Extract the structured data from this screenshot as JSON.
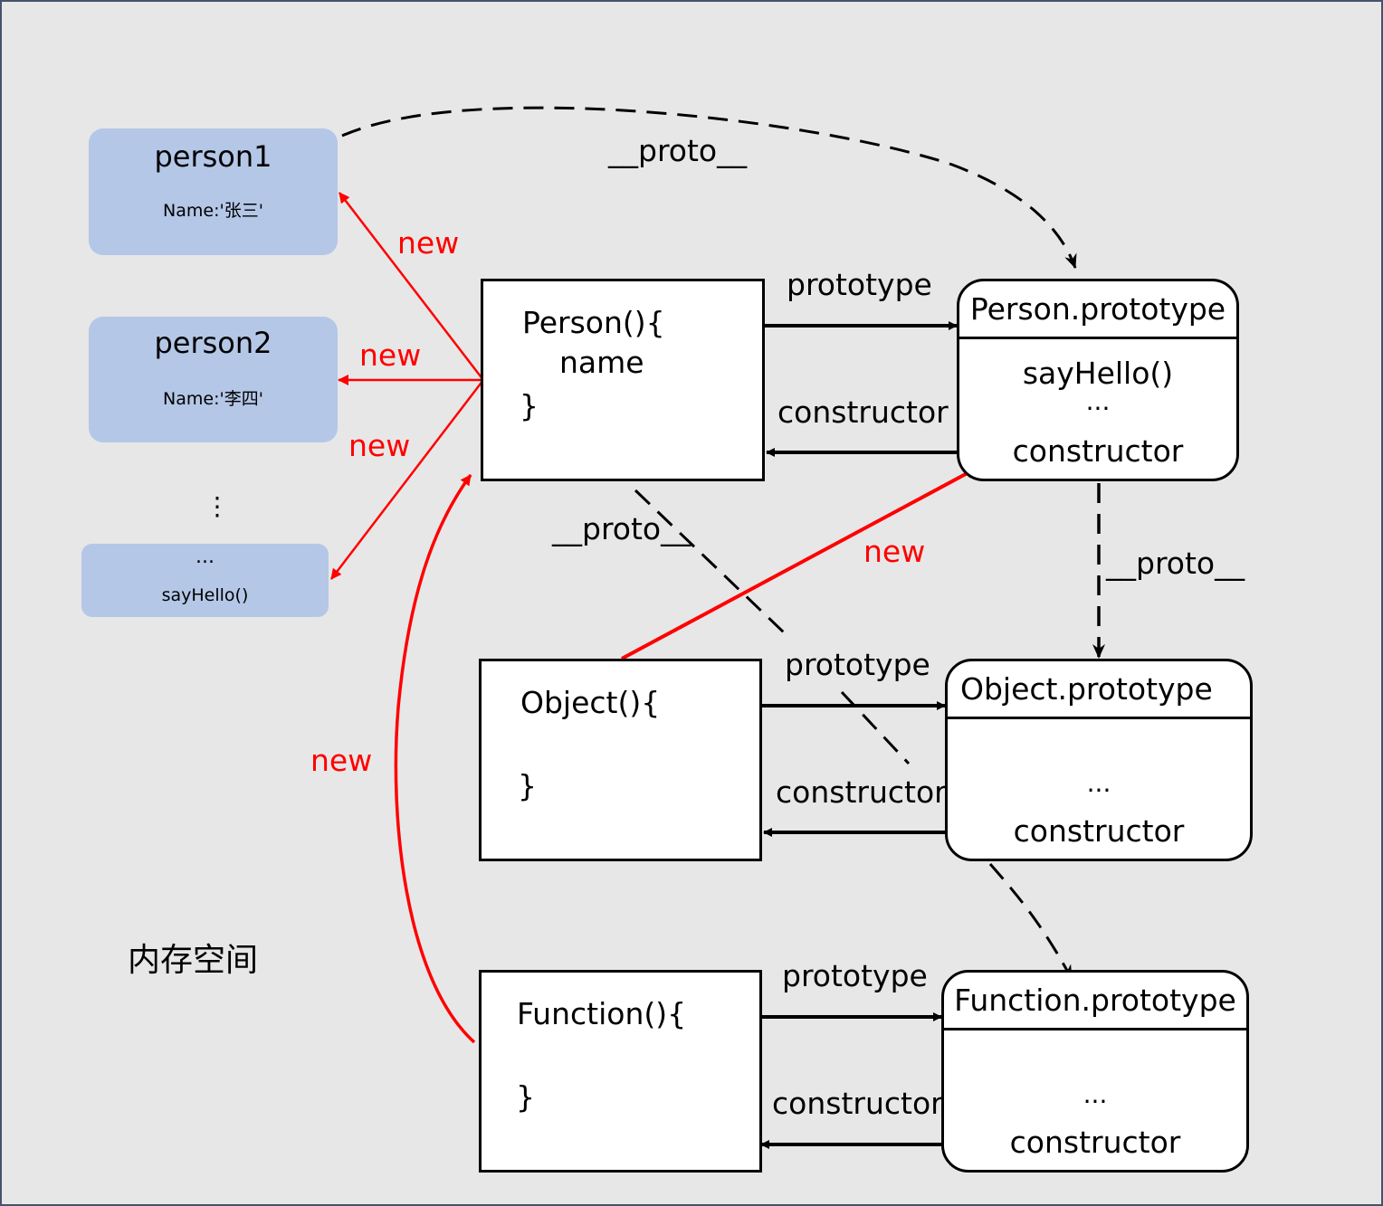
{
  "instances": {
    "person1": {
      "title": "person1",
      "prop": "Name:'张三'"
    },
    "person2": {
      "title": "person2",
      "prop": "Name:'李四'"
    },
    "vdots": "⋮",
    "shared": {
      "title": "...",
      "method": "sayHello()"
    }
  },
  "constructors": {
    "person": {
      "line1": "Person(){",
      "line2": "name",
      "line3": "}"
    },
    "object": {
      "line1": "Object(){",
      "line3": "}"
    },
    "function": {
      "line1": "Function(){",
      "line3": "}"
    }
  },
  "prototypes": {
    "person": {
      "title": "Person.prototype",
      "method": "sayHello()",
      "dots": "...",
      "ctor": "constructor"
    },
    "object": {
      "title": "Object.prototype",
      "dots": "...",
      "ctor": "constructor"
    },
    "function": {
      "title": "Function.prototype",
      "dots": "...",
      "ctor": "constructor"
    }
  },
  "edge_labels": {
    "proto_top": "__proto__",
    "proto_person_fn": "__proto__",
    "proto_person_prototype": "__proto__",
    "new_p1": "new",
    "new_p2": "new",
    "new_p3": "new",
    "new_object": "new",
    "new_function": "new",
    "prototype_1": "prototype",
    "prototype_2": "prototype",
    "prototype_3": "prototype",
    "constructor_1": "constructor",
    "constructor_2": "constructor",
    "constructor_3": "constructor"
  },
  "memory_label": "内存空间",
  "colors": {
    "instance_fill": "#b4c7e7",
    "new_edge": "#ff0000",
    "background": "#e7e7e7",
    "border": "#44546a"
  }
}
